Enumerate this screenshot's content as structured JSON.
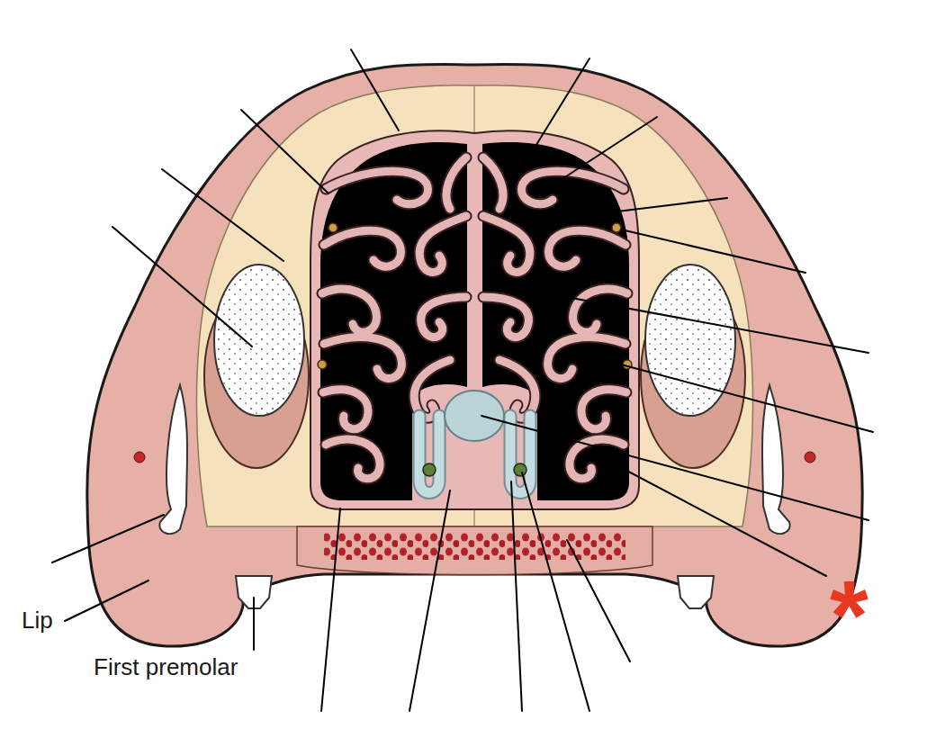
{
  "diagram": {
    "labels": [
      "Lip",
      "First premolar",
      "*"
    ]
  }
}
